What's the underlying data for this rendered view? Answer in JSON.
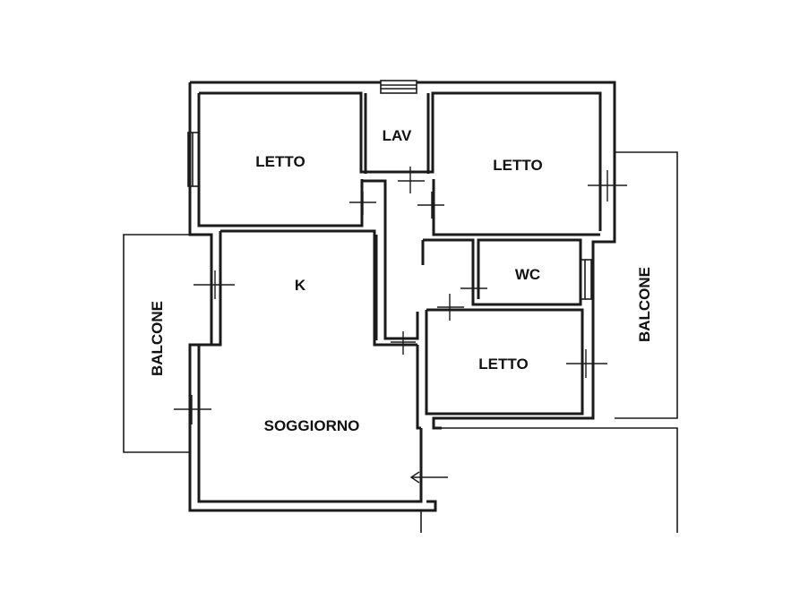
{
  "rooms": {
    "letto_1": "LETTO",
    "lav": "LAV",
    "letto_2": "LETTO",
    "k": "K",
    "wc": "WC",
    "letto_3": "LETTO",
    "soggiorno": "SOGGIORNO",
    "balcone_left": "BALCONE",
    "balcone_right": "BALCONE"
  }
}
